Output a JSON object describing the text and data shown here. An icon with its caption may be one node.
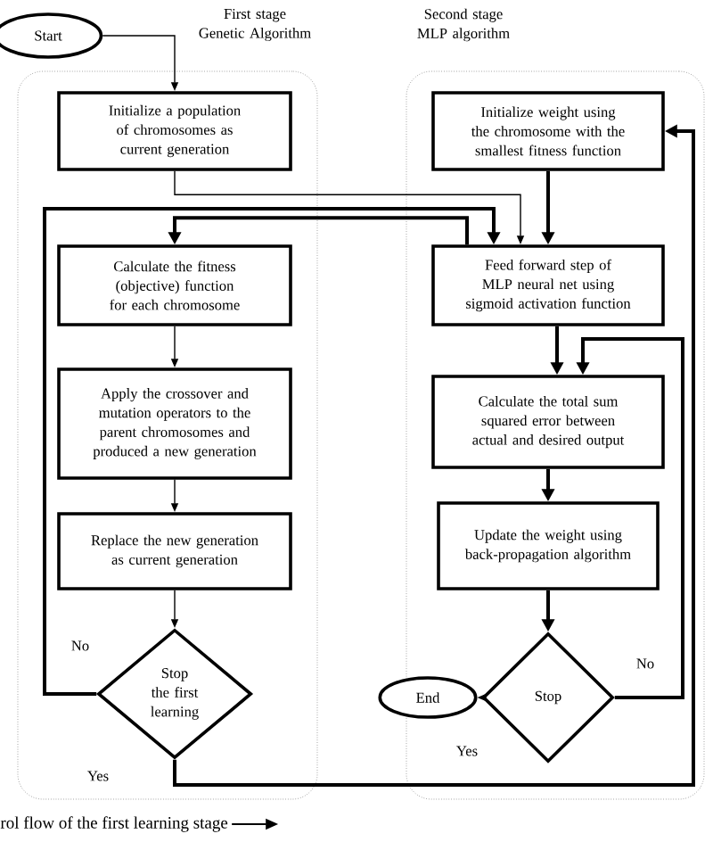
{
  "diagram": {
    "nodes": [
      {
        "text": [
          "Start"
        ]
      },
      {
        "text": [
          "First stage Genetic Algorithm"
        ]
      },
      {
        "text": [
          "Initialize a population of chromosomes as current generation"
        ],
        "in": 1
      },
      {
        "text": [
          "Calculate the fitness (objective) function for each chromosome"
        ],
        "in": 1
      },
      {
        "text": [
          "Apply the crossover and mutation operators to the parent chromosomes and produced a new generation"
        ],
        "in": 1
      },
      {
        "text": [
          "Replace the new generation as current generation"
        ],
        "in": 1
      },
      {
        "text": [
          "Stop the first learning"
        ],
        "in": 1
      },
      {
        "text": [
          "Second stage MLP algorithm"
        ]
      },
      {
        "text": [
          "Initialize weight using the chromosome with the smallest fitness function"
        ],
        "in": 7
      },
      {
        "text": [
          "Feed forward step of MLP neural net using sigmoid activation function"
        ],
        "in": 7
      },
      {
        "text": [
          "Calculate the total sum squared error between actual and desired output"
        ],
        "in": 7
      },
      {
        "text": [
          "Update the weight using back-propagation algorithm"
        ],
        "in": 7
      },
      {
        "text": [
          "Stop"
        ],
        "in": 7
      },
      {
        "text": [
          "End"
        ],
        "in": 7
      }
    ],
    "edges": [
      {
        "from": 0,
        "to": 2,
        "arrow": "to"
      },
      {
        "from": 2,
        "to": 9,
        "arrow": "to"
      },
      {
        "from": 3,
        "to": 4,
        "arrow": "to"
      },
      {
        "from": 4,
        "to": 5,
        "arrow": "to"
      },
      {
        "from": 5,
        "to": 6,
        "arrow": "to"
      },
      {
        "from": 6,
        "to": 9,
        "arrow": "to",
        "label": "No"
      },
      {
        "from": 9,
        "to": 3,
        "arrow": "to"
      },
      {
        "from": 6,
        "to": 8,
        "arrow": "to",
        "label": "Yes"
      },
      {
        "from": 8,
        "to": 9,
        "arrow": "to"
      },
      {
        "from": 9,
        "to": 10,
        "arrow": "to"
      },
      {
        "from": 10,
        "to": 11,
        "arrow": "to"
      },
      {
        "from": 11,
        "to": 12,
        "arrow": "to"
      },
      {
        "from": 12,
        "to": 10,
        "arrow": "to",
        "label": "No"
      },
      {
        "from": 12,
        "to": 13,
        "arrow": "to",
        "label": "Yes"
      }
    ],
    "legend": [
      {
        "text": "rol flow of the first learning stage"
      }
    ]
  }
}
